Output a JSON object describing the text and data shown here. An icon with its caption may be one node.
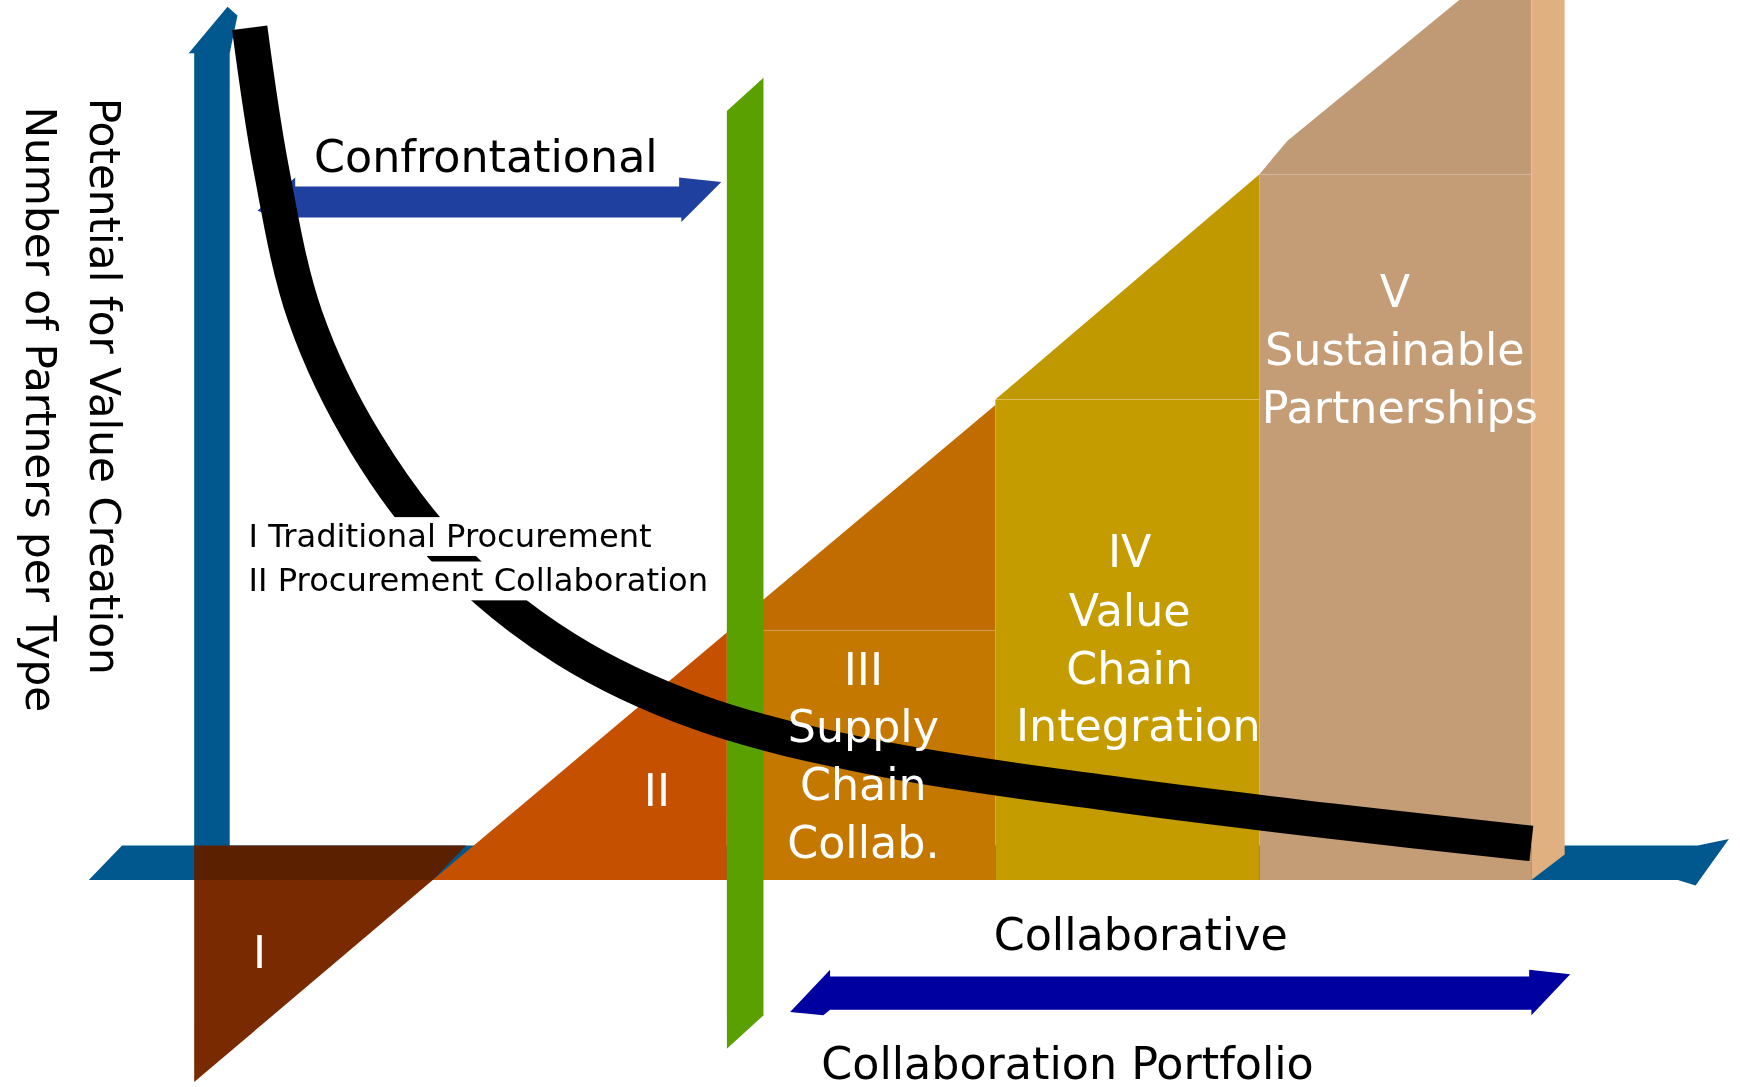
{
  "diagram": {
    "nodes": [
      {
        "text": [
          "I"
        ]
      },
      {
        "text": [
          "II"
        ]
      },
      {
        "text": [
          "III",
          "Supply Chain Collab."
        ]
      },
      {
        "text": [
          "IV",
          "Value Chain Integration"
        ]
      },
      {
        "text": [
          "V",
          "Sustainable Partnerships"
        ]
      },
      {
        "text": [],
        "shape": "bar"
      }
    ],
    "labels": [
      "Potential for Value Creation",
      "Number of Partners per Type",
      "Confrontational",
      "I Traditional Procurement",
      "II Procurement Collaboration",
      "Collaborative",
      "Collaboration Portfolio"
    ]
  }
}
